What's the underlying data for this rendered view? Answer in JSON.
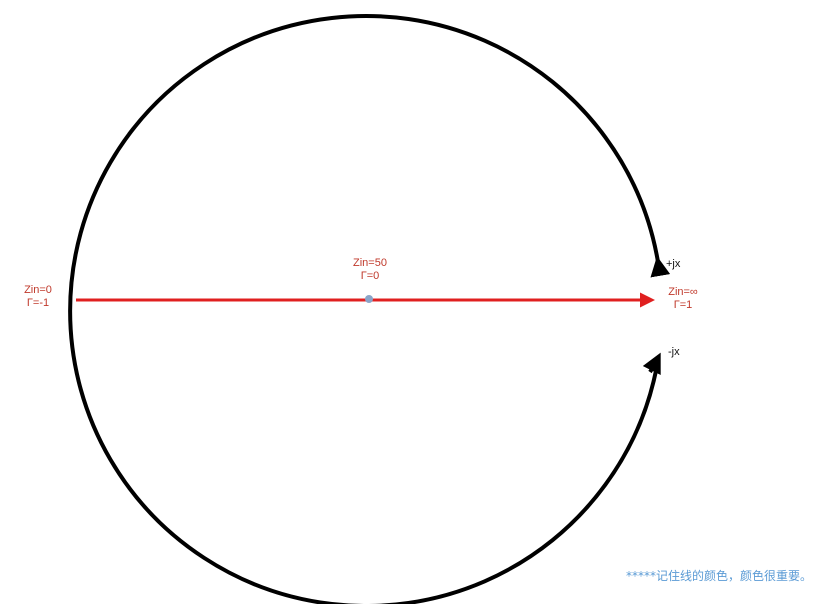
{
  "colors": {
    "circle": "#000000",
    "reflection_axis": "#e02020",
    "red_text": "#c0392b",
    "center_point": "#8aa4c8",
    "note_text": "#5b9bd5"
  },
  "labels": {
    "left": {
      "zin": "Zin=0",
      "gamma": "Γ=-1"
    },
    "center": {
      "zin": "Zin=50",
      "gamma": "Γ=0"
    },
    "right": {
      "zin": "Zin=∞",
      "gamma": "Γ=1"
    },
    "upper_arrow": "+jx",
    "lower_arrow": "-jx"
  },
  "note": "*****记住线的颜色，颜色很重要。"
}
